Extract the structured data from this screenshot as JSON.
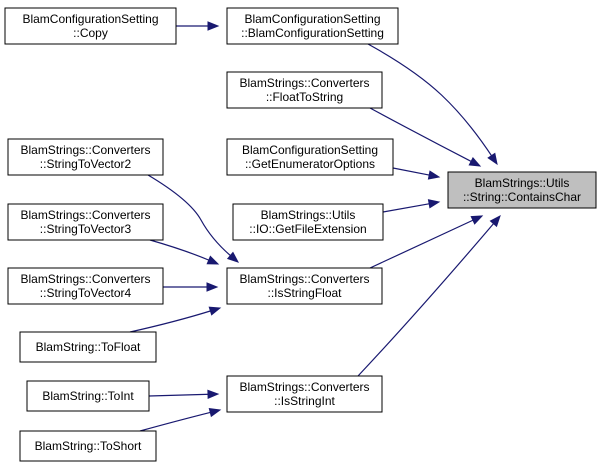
{
  "nodes": [
    {
      "id": "copy",
      "lines": [
        "BlamConfigurationSetting",
        "::Copy"
      ]
    },
    {
      "id": "ctor",
      "lines": [
        "BlamConfigurationSetting",
        "::BlamConfigurationSetting"
      ]
    },
    {
      "id": "floattostring",
      "lines": [
        "BlamStrings::Converters",
        "::FloatToString"
      ]
    },
    {
      "id": "getenum",
      "lines": [
        "BlamConfigurationSetting",
        "::GetEnumeratorOptions"
      ]
    },
    {
      "id": "containschar",
      "lines": [
        "BlamStrings::Utils",
        "::String::ContainsChar"
      ]
    },
    {
      "id": "tovector2",
      "lines": [
        "BlamStrings::Converters",
        "::StringToVector2"
      ]
    },
    {
      "id": "getfileext",
      "lines": [
        "BlamStrings::Utils",
        "::IO::GetFileExtension"
      ]
    },
    {
      "id": "tovector3",
      "lines": [
        "BlamStrings::Converters",
        "::StringToVector3"
      ]
    },
    {
      "id": "tovector4",
      "lines": [
        "BlamStrings::Converters",
        "::StringToVector4"
      ]
    },
    {
      "id": "isstringfloat",
      "lines": [
        "BlamStrings::Converters",
        "::IsStringFloat"
      ]
    },
    {
      "id": "tofloat",
      "lines": [
        "BlamString::ToFloat"
      ]
    },
    {
      "id": "toint",
      "lines": [
        "BlamString::ToInt"
      ]
    },
    {
      "id": "isstringint",
      "lines": [
        "BlamStrings::Converters",
        "::IsStringInt"
      ]
    },
    {
      "id": "toshort",
      "lines": [
        "BlamString::ToShort"
      ]
    }
  ],
  "edges": [
    {
      "from": "copy",
      "to": "ctor"
    },
    {
      "from": "ctor",
      "to": "containschar"
    },
    {
      "from": "floattostring",
      "to": "containschar"
    },
    {
      "from": "getenum",
      "to": "containschar"
    },
    {
      "from": "getfileext",
      "to": "containschar"
    },
    {
      "from": "isstringfloat",
      "to": "containschar"
    },
    {
      "from": "isstringint",
      "to": "containschar"
    },
    {
      "from": "tovector2",
      "to": "isstringfloat"
    },
    {
      "from": "tovector3",
      "to": "isstringfloat"
    },
    {
      "from": "tovector4",
      "to": "isstringfloat"
    },
    {
      "from": "tofloat",
      "to": "isstringfloat"
    },
    {
      "from": "toint",
      "to": "isstringint"
    },
    {
      "from": "toshort",
      "to": "isstringint"
    }
  ],
  "focus_node": "containschar",
  "colors": {
    "edge": "#191970",
    "focus_fill": "#bfbfbf",
    "node_fill": "#ffffff",
    "border": "#000000"
  }
}
